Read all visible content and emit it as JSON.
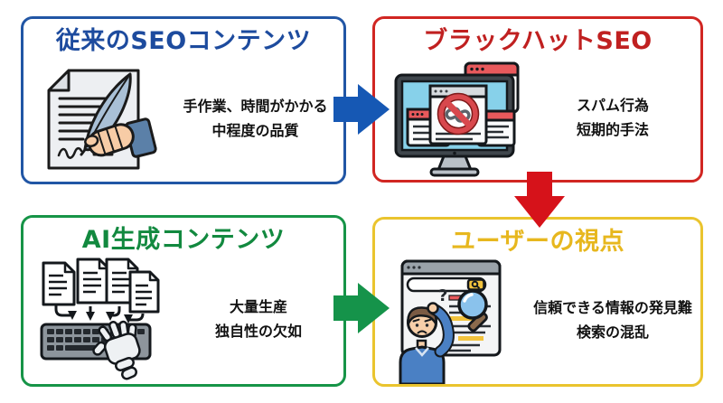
{
  "diagram": {
    "background_color": "#ffffff",
    "boxes": [
      {
        "id": "traditional-seo",
        "title": "従来のSEOコンテンツ",
        "line1": "手作業、時間がかかる",
        "line2": "中程度の品質",
        "border_color": "#2156a5",
        "title_color": "#1d4b9e",
        "icon": "quill-writing-icon"
      },
      {
        "id": "black-hat-seo",
        "title": "ブラックハットSEO",
        "line1": "スパム行為",
        "line2": "短期的手法",
        "border_color": "#d12622",
        "title_color": "#c02020",
        "icon": "spam-monitor-icon"
      },
      {
        "id": "ai-generated-content",
        "title": "AI生成コンテンツ",
        "line1": "大量生産",
        "line2": "独自性の欠如",
        "border_color": "#169447",
        "title_color": "#12893f",
        "icon": "ai-documents-keyboard-icon"
      },
      {
        "id": "user-perspective",
        "title": "ユーザーの視点",
        "line1": "信頼できる情報の発見難",
        "line2": "検索の混乱",
        "border_color": "#eac42e",
        "title_color": "#e7b71e",
        "icon": "confused-user-search-icon"
      }
    ],
    "arrows": [
      {
        "id": "traditional-to-blackhat",
        "direction": "right",
        "color": "#1658b4"
      },
      {
        "id": "blackhat-to-user",
        "direction": "down",
        "color": "#d6121a"
      },
      {
        "id": "ai-to-user",
        "direction": "right",
        "color": "#15934a"
      }
    ]
  }
}
